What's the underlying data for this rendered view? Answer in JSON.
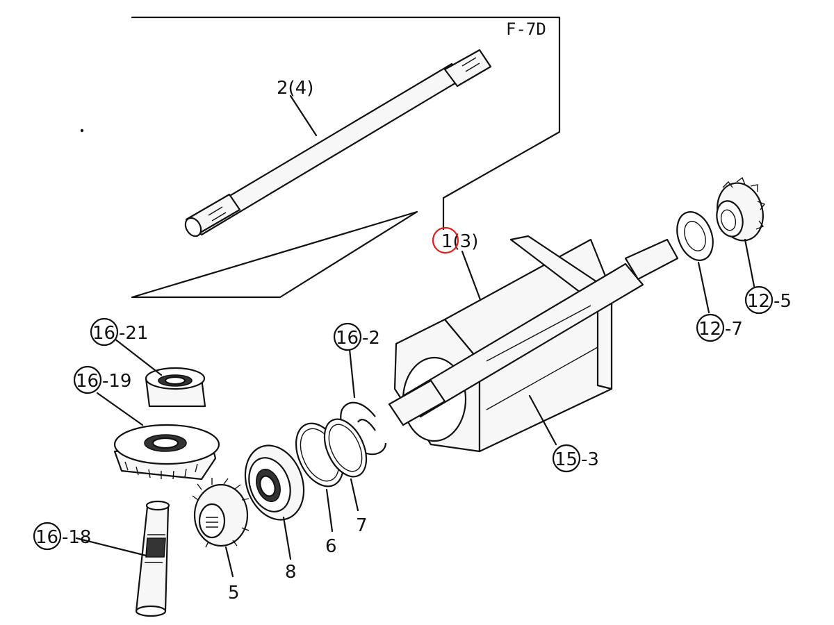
{
  "figure_code": "F-7D",
  "highlight_color": "#e02020",
  "labels": {
    "shaft_upper": "2(4)",
    "shaft_main": "1(3)",
    "gear_12_5_num": "12",
    "gear_12_5_suffix": "-5",
    "washer_12_7_num": "12",
    "washer_12_7_suffix": "-7",
    "housing_15_3_num": "15",
    "housing_15_3_suffix": "-3",
    "snapring_16_2_num": "16",
    "snapring_16_2_suffix": "-2",
    "bearing_16_21_num": "16",
    "bearing_16_21_suffix": "-21",
    "gear_16_19_num": "16",
    "gear_16_19_suffix": "-19",
    "shaft_16_18_num": "16",
    "shaft_16_18_suffix": "-18",
    "bevel_gear": "5",
    "bearing": "8",
    "ring_6": "6",
    "ring_7": "7"
  }
}
